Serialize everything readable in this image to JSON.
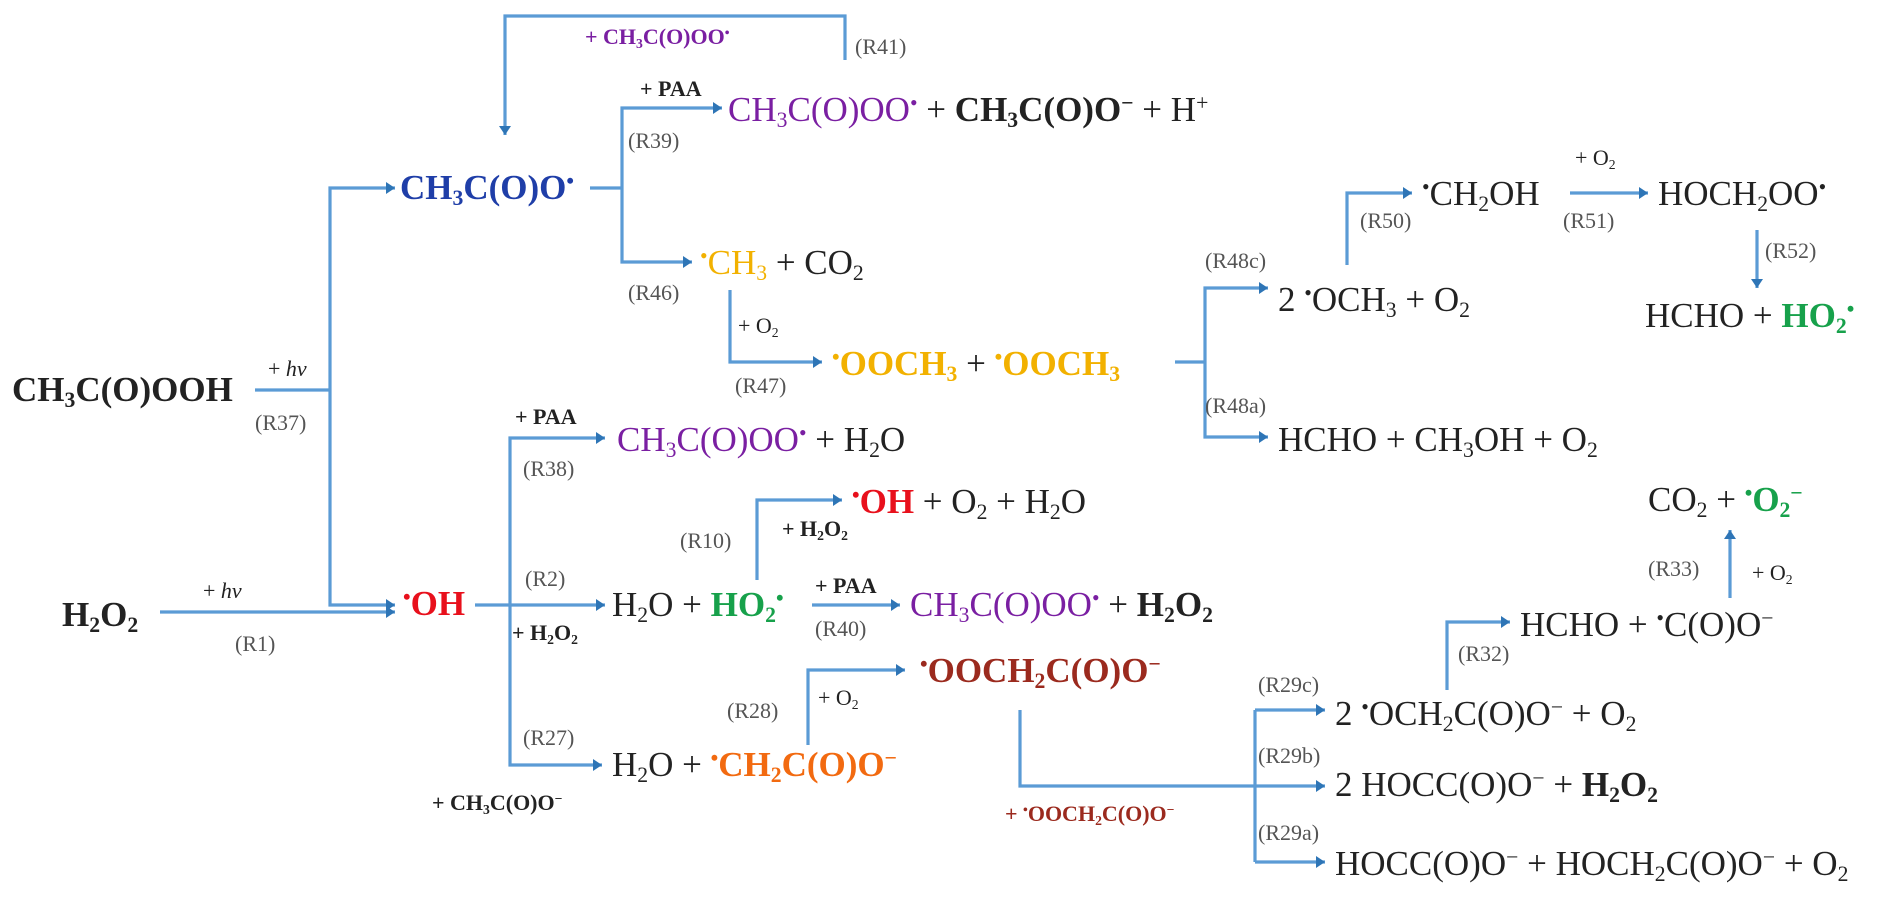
{
  "colors": {
    "arrow": "#5b9bd5",
    "arrowhead": "#2e75b6",
    "acetyloxy": "#1f3ea8",
    "peroxyacetyl": "#7a1fa2",
    "hydroxyl": "#e8101c",
    "superoxide": "#17a14b",
    "methyl": "#f2b100",
    "carboxymethyl": "#f26a10",
    "peroxycarboxymethyl": "#9b2a1e",
    "text": "#222222"
  },
  "species": [
    {
      "id": "paa",
      "html": "<b>CH<sub>3</sub>C(O)OOH</b>"
    },
    {
      "id": "h2o2",
      "html": "<b>H<sub>2</sub>O<sub>2</sub></b>"
    },
    {
      "id": "ch3coo",
      "html": "<b class=\"blue\">CH<sub>3</sub>C(O)O<sup>•</sup></b>"
    },
    {
      "id": "oh",
      "html": "<b class=\"red\"><sup>•</sup>OH</b>"
    },
    {
      "id": "r39prod",
      "html": "<span class=\"purple\">CH<sub>3</sub>C(O)OO<sup>•</sup></span> + <b>CH<sub>3</sub>C(O)O<sup>−</sup></b> + H<sup>+</sup>"
    },
    {
      "id": "r46prod",
      "html": "<span class=\"gold\"><sup>•</sup>CH<sub>3</sub></span> + CO<sub>2</sub>"
    },
    {
      "id": "r47prod",
      "html": "<b class=\"gold\"><sup>•</sup>OOCH<sub>3</sub></b> + <b class=\"gold\"><sup>•</sup>OOCH<sub>3</sub></b>"
    },
    {
      "id": "r48cprod",
      "html": "2 <sup>•</sup>OCH<sub>3</sub> + O<sub>2</sub>"
    },
    {
      "id": "ch2oh",
      "html": "<sup>•</sup>CH<sub>2</sub>OH"
    },
    {
      "id": "hoch2oo",
      "html": "HOCH<sub>2</sub>OO<sup>•</sup>"
    },
    {
      "id": "r52prod",
      "html": "HCHO + <b class=\"green\">HO<sub>2</sub><sup>•</sup></b>"
    },
    {
      "id": "r48aprod",
      "html": "HCHO + CH<sub>3</sub>OH + O<sub>2</sub>"
    },
    {
      "id": "r38prod",
      "html": "<span class=\"purple\">CH<sub>3</sub>C(O)OO<sup>•</sup></span> + H<sub>2</sub>O"
    },
    {
      "id": "r10prod",
      "html": "<b class=\"red\"><sup>•</sup>OH</b> + O<sub>2</sub> + H<sub>2</sub>O"
    },
    {
      "id": "r2prod",
      "html": "H<sub>2</sub>O + <b class=\"green\">HO<sub>2</sub><sup>•</sup></b>"
    },
    {
      "id": "r40prod",
      "html": "<span class=\"purple\">CH<sub>3</sub>C(O)OO<sup>•</sup></span> + <b>H<sub>2</sub>O<sub>2</sub></b>"
    },
    {
      "id": "r33prod",
      "html": "CO<sub>2</sub> + <b class=\"green\"><sup>•</sup>O<sub>2</sub><sup>−</sup></b>"
    },
    {
      "id": "r32prod",
      "html": "HCHO + <sup>•</sup>C(O)O<sup>−</sup>"
    },
    {
      "id": "r28prod",
      "html": "<b class=\"brown\"><sup>•</sup>OOCH<sub>2</sub>C(O)O<sup>−</sup></b>"
    },
    {
      "id": "r29cprod",
      "html": "2 <sup>•</sup>OCH<sub>2</sub>C(O)O<sup>−</sup> + O<sub>2</sub>"
    },
    {
      "id": "r29bprod",
      "html": "2 HOCC(O)O<sup>−</sup> + <b>H<sub>2</sub>O<sub>2</sub></b>"
    },
    {
      "id": "r29aprod",
      "html": "HOCC(O)O<sup>−</sup> + HOCH<sub>2</sub>C(O)O<sup>−</sup> + O<sub>2</sub>"
    },
    {
      "id": "r27prod",
      "html": "H<sub>2</sub>O + <b class=\"orange\"><sup>•</sup>CH<sub>2</sub>C(O)O<sup>−</sup></b>"
    }
  ],
  "conditions": [
    {
      "id": "r41cond",
      "html": "<b class=\"purple\">+ CH<sub>3</sub>C(O)OO<sup>•</sup></b>"
    },
    {
      "id": "r39cond",
      "html": "<b>+ PAA</b>"
    },
    {
      "id": "r37cond",
      "html": "+ <i>hν</i>"
    },
    {
      "id": "r1cond",
      "html": "+ <i>hν</i>"
    },
    {
      "id": "r47cond",
      "html": "+ O<sub>2</sub>"
    },
    {
      "id": "r51cond",
      "html": "+ O<sub>2</sub>"
    },
    {
      "id": "r38cond",
      "html": "<b>+ PAA</b>"
    },
    {
      "id": "r10cond",
      "html": "<b>+ H<sub>2</sub>O<sub>2</sub></b>"
    },
    {
      "id": "r40cond",
      "html": "<b>+ PAA</b>"
    },
    {
      "id": "r2cond",
      "html": "<b>+ H<sub>2</sub>O<sub>2</sub></b>"
    },
    {
      "id": "r33cond",
      "html": "+ O<sub>2</sub>"
    },
    {
      "id": "r28cond",
      "html": "+ O<sub>2</sub>"
    },
    {
      "id": "r27cond",
      "html": "<b>+ CH<sub>3</sub>C(O)O<sup>−</sup></b>"
    },
    {
      "id": "r29cond",
      "html": "<b class=\"brown\">+ <sup>•</sup>OOCH<sub>2</sub>C(O)O<sup>−</sup></b>"
    }
  ],
  "reaction_labels": [
    {
      "id": "R41",
      "text": "(R41)"
    },
    {
      "id": "R39",
      "text": "(R39)"
    },
    {
      "id": "R46",
      "text": "(R46)"
    },
    {
      "id": "R47",
      "text": "(R47)"
    },
    {
      "id": "R37",
      "text": "(R37)"
    },
    {
      "id": "R1",
      "text": "(R1)"
    },
    {
      "id": "R38",
      "text": "(R38)"
    },
    {
      "id": "R10",
      "text": "(R10)"
    },
    {
      "id": "R2",
      "text": "(R2)"
    },
    {
      "id": "R40",
      "text": "(R40)"
    },
    {
      "id": "R27",
      "text": "(R27)"
    },
    {
      "id": "R28",
      "text": "(R28)"
    },
    {
      "id": "R48c",
      "text": "(R48c)"
    },
    {
      "id": "R48a",
      "text": "(R48a)"
    },
    {
      "id": "R50",
      "text": "(R50)"
    },
    {
      "id": "R51",
      "text": "(R51)"
    },
    {
      "id": "R52",
      "text": "(R52)"
    },
    {
      "id": "R33",
      "text": "(R33)"
    },
    {
      "id": "R32",
      "text": "(R32)"
    },
    {
      "id": "R29c",
      "text": "(R29c)"
    },
    {
      "id": "R29b",
      "text": "(R29b)"
    },
    {
      "id": "R29a",
      "text": "(R29a)"
    }
  ]
}
